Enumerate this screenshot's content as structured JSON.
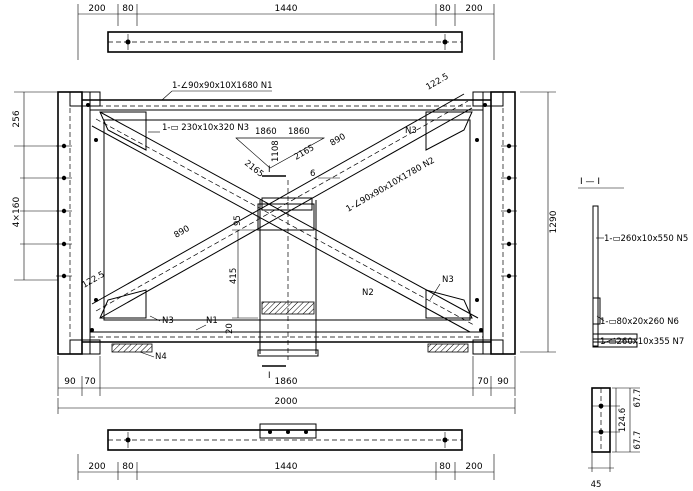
{
  "dims": {
    "top_200_left": "200",
    "top_80_left": "80",
    "top_1440": "1440",
    "top_80_right": "80",
    "top_200_right": "200",
    "left_256": "256",
    "left_4x160": "4×160",
    "right_1290": "1290",
    "bot_90_left": "90",
    "bot_70_left": "70",
    "bot_1860": "1860",
    "bot_70_right": "70",
    "bot_90_right": "90",
    "bot_2000": "2000",
    "base_200_left": "200",
    "base_80_left": "80",
    "base_1440": "1440",
    "base_80_right": "80",
    "base_200_right": "200",
    "d_122_5": "122.5",
    "d_890_top": "890",
    "d_890_left": "890",
    "d_1860_a": "1860",
    "d_1860_b": "1860",
    "d_1108": "1108",
    "d_2165_a": "2165",
    "d_2165_b": "2165",
    "d_6": "6",
    "d_95": "95",
    "d_415": "415",
    "d_20": "20",
    "d_122_5_low": "122.5",
    "side_124_6": "124.6",
    "side_67_7_top": "67.7",
    "side_67_7_bot": "67.7",
    "side_45": "45"
  },
  "labels": {
    "n1_top": "1-∠90x90x10X1680 N1",
    "n3_top": "1-▭ 230x10x320 N3",
    "n2_diag": "1-∠90x90x10X1780 N2",
    "n3_upper_right": "N3",
    "n3_lower_right": "N3",
    "n2_lower": "N2",
    "n3_lower_left": "N3",
    "n1_lower": "N1",
    "n4": "N4",
    "section_mark_top": "I",
    "section_mark_bottom": "I",
    "section_title": "I — I",
    "n5": "1-▭260x10x550 N5",
    "n6": "1-▭80x20x260 N6",
    "n7": "1-▭260x10x355 N7"
  }
}
